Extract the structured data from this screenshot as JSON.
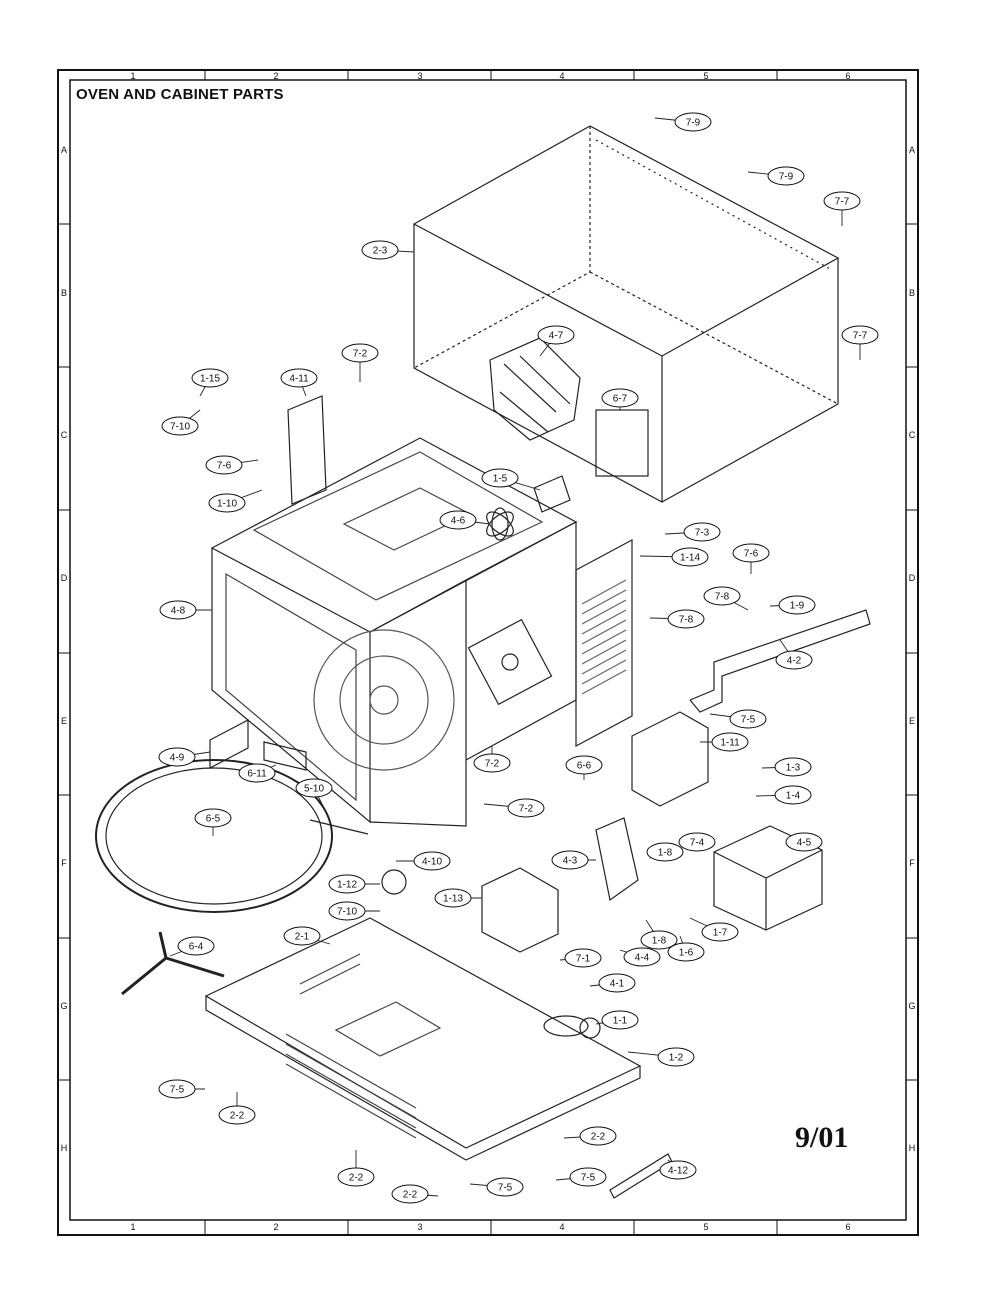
{
  "title": "OVEN AND CABINET PARTS",
  "date_code": "9/01",
  "grid": {
    "columns": [
      "1",
      "2",
      "3",
      "4",
      "5",
      "6"
    ],
    "rows": [
      "A",
      "B",
      "C",
      "D",
      "E",
      "F",
      "G",
      "H"
    ]
  },
  "callouts": [
    "7-9",
    "7-9",
    "7-7",
    "2-3",
    "7-7",
    "4-7",
    "7-2",
    "1-15",
    "4-11",
    "7-10",
    "6-7",
    "7-6",
    "1-10",
    "1-5",
    "4-6",
    "7-3",
    "1-14",
    "7-6",
    "7-8",
    "1-9",
    "4-8",
    "7-8",
    "4-2",
    "7-5",
    "1-11",
    "4-9",
    "6-11",
    "7-2",
    "6-6",
    "1-3",
    "5-10",
    "7-2",
    "1-4",
    "6-5",
    "1-8",
    "7-4",
    "4-5",
    "4-3",
    "4-10",
    "1-12",
    "1-13",
    "7-10",
    "2-1",
    "1-8",
    "1-7",
    "6-4",
    "4-4",
    "1-6",
    "7-1",
    "4-1",
    "1-1",
    "1-2",
    "7-5",
    "2-2",
    "2-2",
    "2-2",
    "7-5",
    "2-2",
    "7-5",
    "4-12"
  ]
}
